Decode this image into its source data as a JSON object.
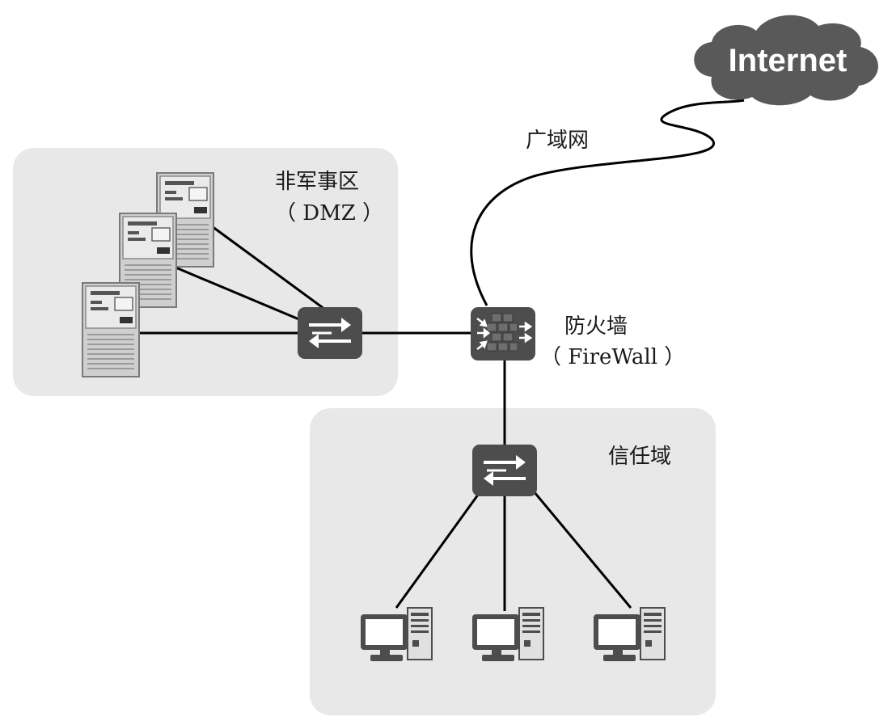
{
  "internet": {
    "label": "Internet"
  },
  "wan": {
    "label": "广域网"
  },
  "dmz": {
    "title": "非军事区",
    "subtitle": "（ DMZ ）"
  },
  "firewall": {
    "title": "防火墙",
    "subtitle": "（ FireWall ）"
  },
  "trusted": {
    "title": "信任域"
  },
  "colors": {
    "zone": "#e8e8e8",
    "device": "#4d4d4d",
    "cloud": "#595959",
    "server": "#c8c8c8",
    "link": "#000000"
  }
}
